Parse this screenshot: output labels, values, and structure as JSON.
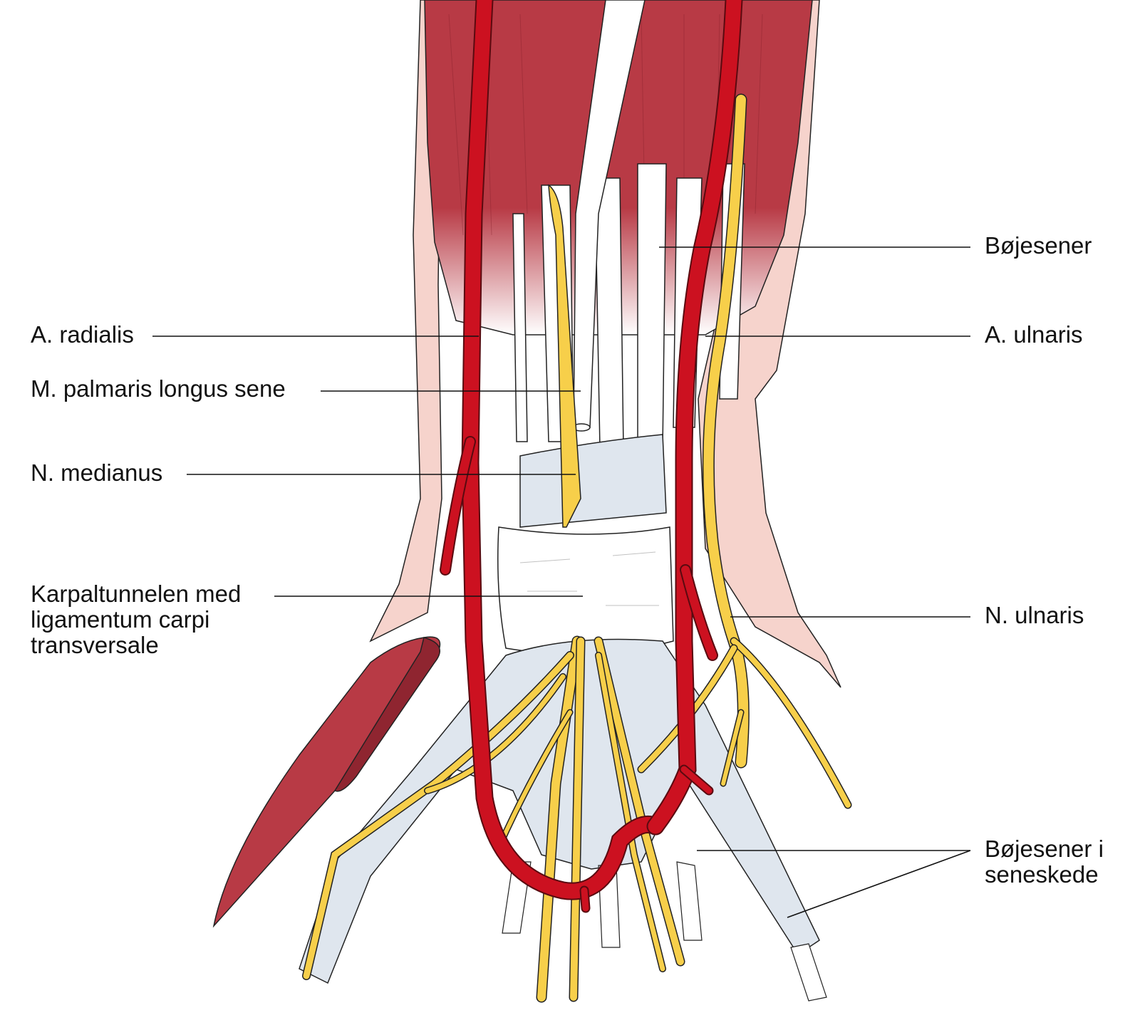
{
  "labels": {
    "a_radialis": "A. radialis",
    "palmaris": "M. palmaris longus sene",
    "n_medianus": "N. medianus",
    "karpal": "Karpaltunnelen med\nligamentum carpi\ntransversale",
    "bojesener": "Bøjesener",
    "a_ulnaris": "A. ulnaris",
    "n_ulnaris": "N. ulnaris",
    "bojesener_seneskede": "Bøjesener i\nseneskede"
  },
  "colors": {
    "muscle": "#b83a45",
    "muscle_dark": "#8f2530",
    "artery": "#cc1120",
    "nerve": "#f7cf4a",
    "tendon": "#ffffff",
    "sheath": "#dfe6ee",
    "skin": "#f6d3cc",
    "outline": "#222222"
  }
}
